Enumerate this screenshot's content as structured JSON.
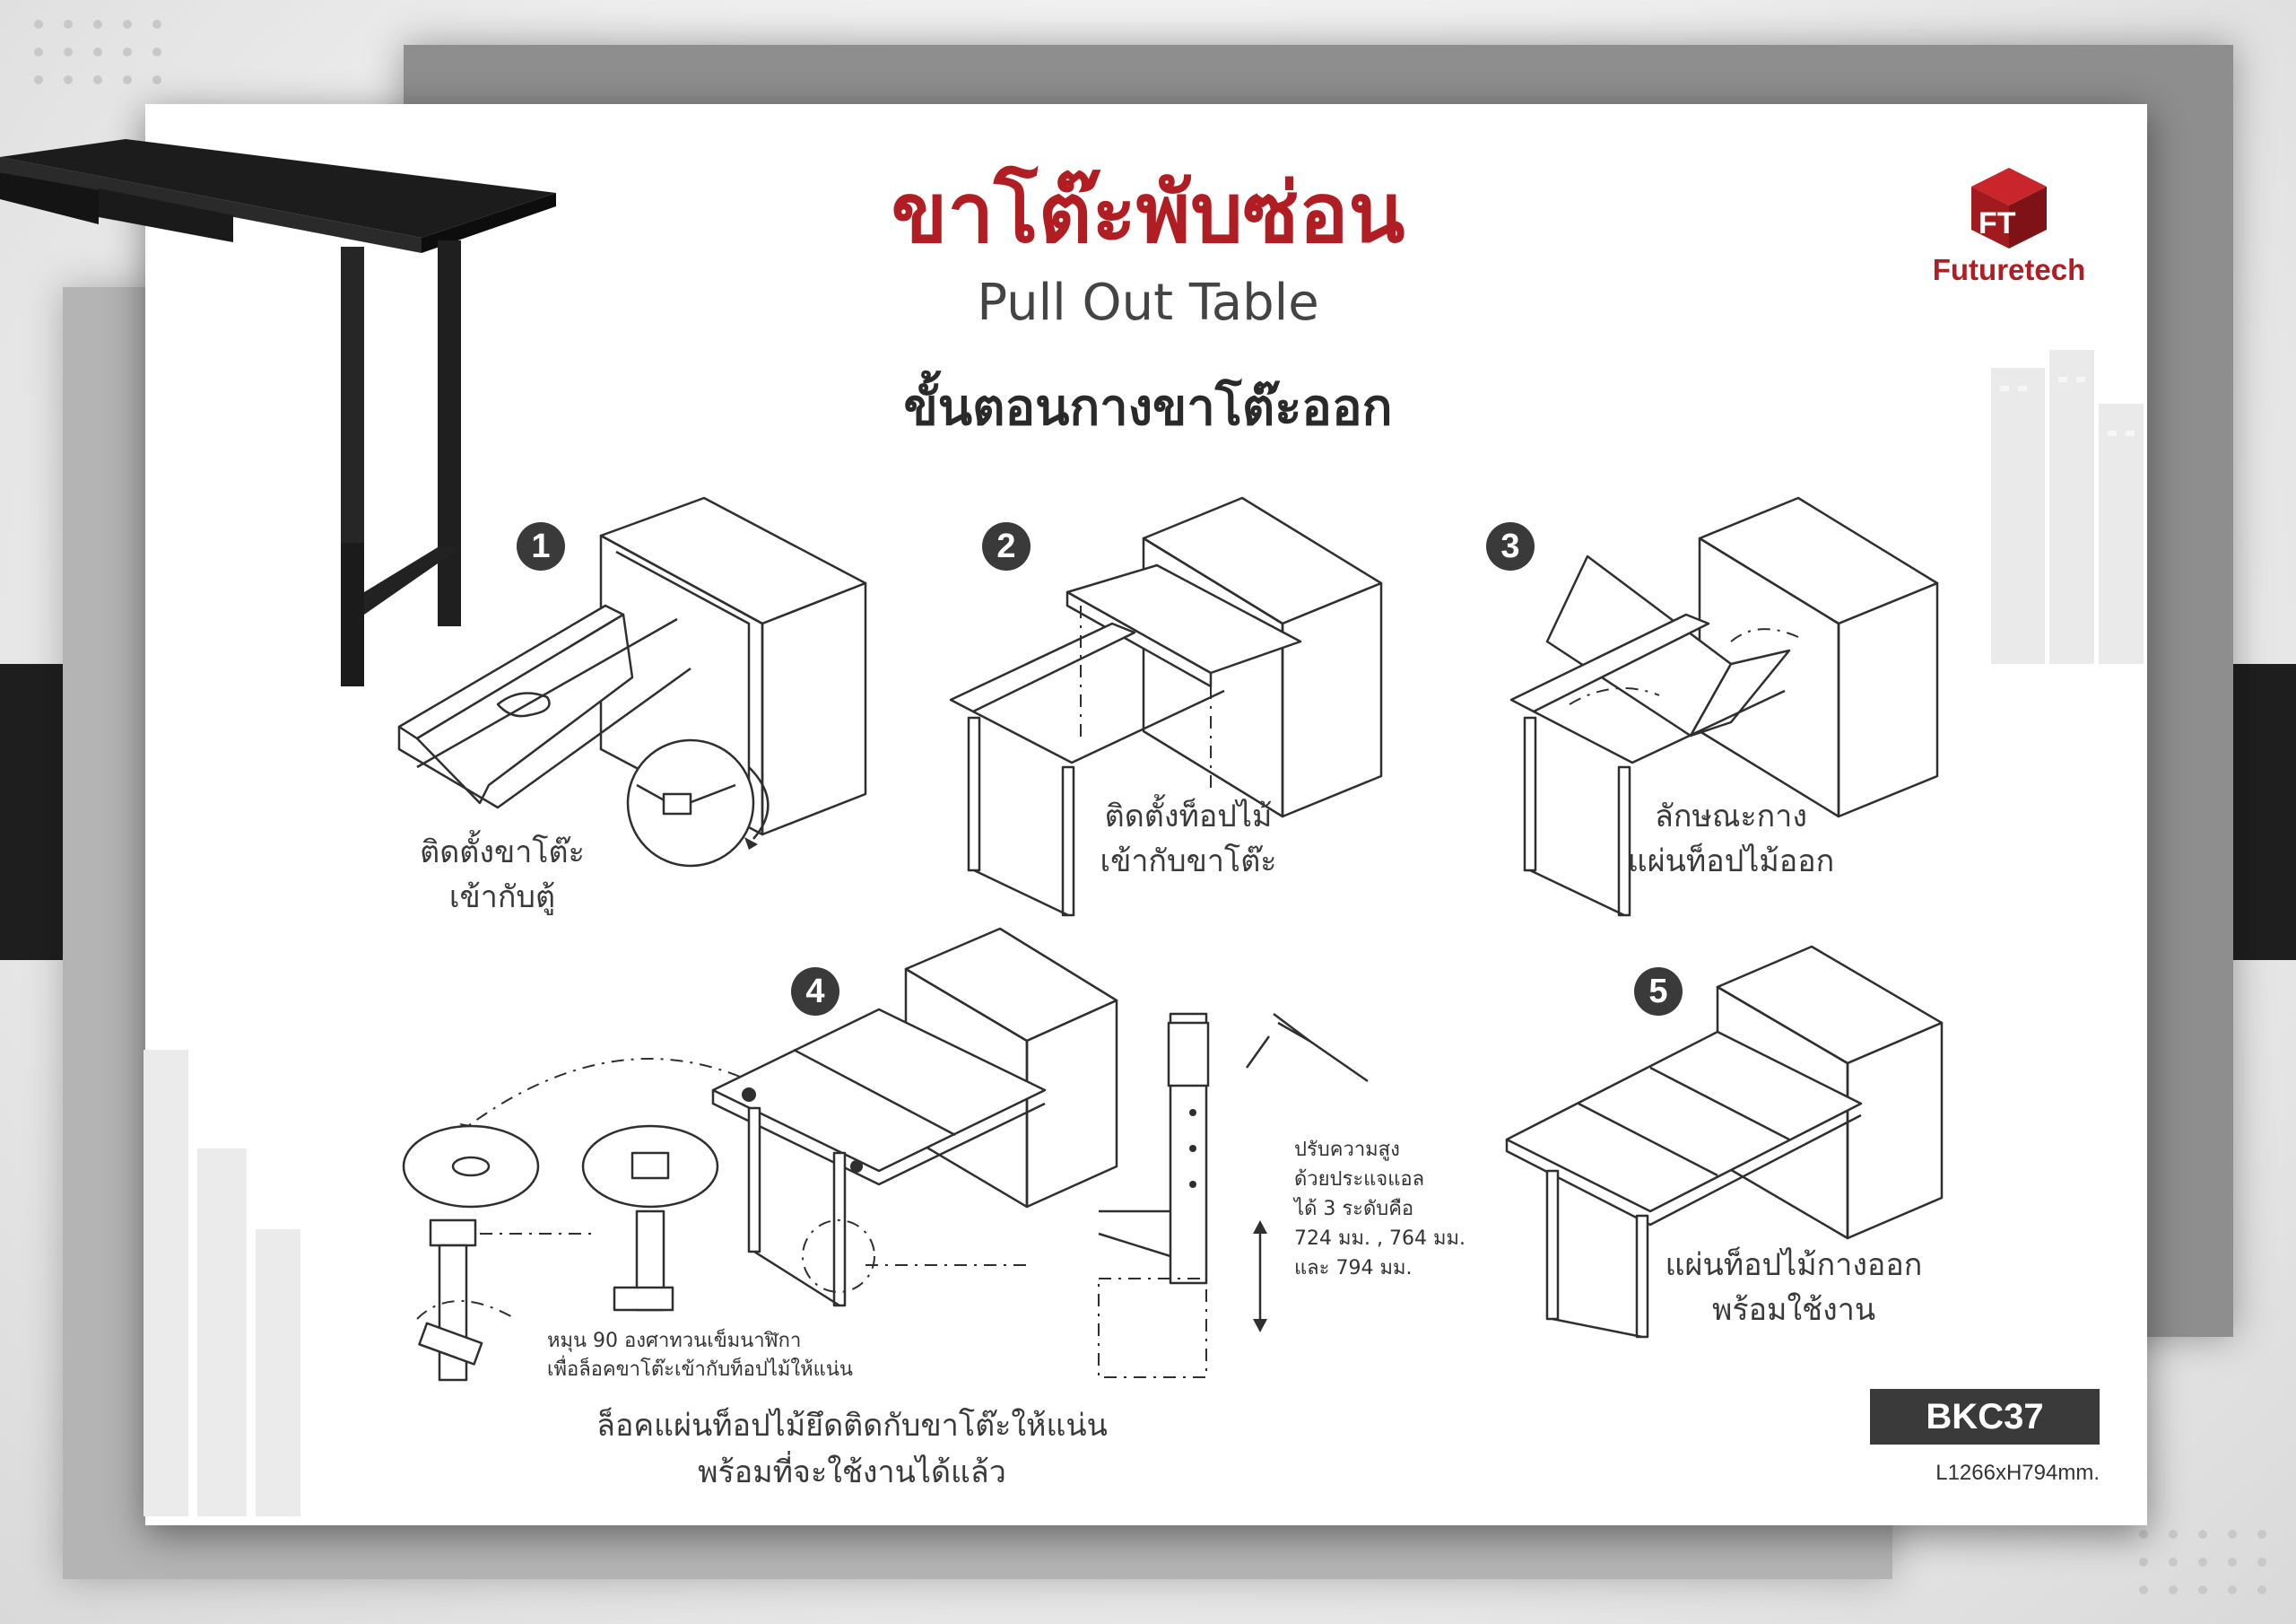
{
  "title": {
    "thai": "ขาโต๊ะพับซ่อน",
    "english": "Pull Out Table"
  },
  "subtitle": "ขั้นตอนกางขาโต๊ะออก",
  "brand": {
    "name": "Futuretech",
    "logo_letters": "FT",
    "color": "#b01e23"
  },
  "steps": [
    {
      "number": "1",
      "caption_line1": "ติดตั้งขาโต๊ะ",
      "caption_line2": "เข้ากับตู้"
    },
    {
      "number": "2",
      "caption_line1": "ติดตั้งท็อปไม้",
      "caption_line2": "เข้ากับขาโต๊ะ"
    },
    {
      "number": "3",
      "caption_line1": "ลักษณะกาง",
      "caption_line2": "แผ่นท็อปไม้ออก"
    },
    {
      "number": "4",
      "caption_line1": "ล็อคแผ่นท็อปไม้ยึดติดกับขาโต๊ะให้แน่น",
      "caption_line2": "พร้อมที่จะใช้งานได้แล้ว"
    },
    {
      "number": "5",
      "caption_line1": "แผ่นท็อปไม้กางออก",
      "caption_line2": "พร้อมใช้งาน"
    }
  ],
  "notes": {
    "rotate_line1": "หมุน 90 องศาทวนเข็มนาฬิกา",
    "rotate_line2": "เพื่อล็อคขาโต๊ะเข้ากับท็อปไม้ให้แน่น",
    "height_line1": "ปรับความสูง",
    "height_line2": "ด้วยประแจแอล",
    "height_line3": "ได้ 3 ระดับคือ",
    "height_line4": "724 มม. , 764 มม.",
    "height_line5": "และ 794 มม."
  },
  "product": {
    "model": "BKC37",
    "dimensions": "L1266xH794mm."
  }
}
